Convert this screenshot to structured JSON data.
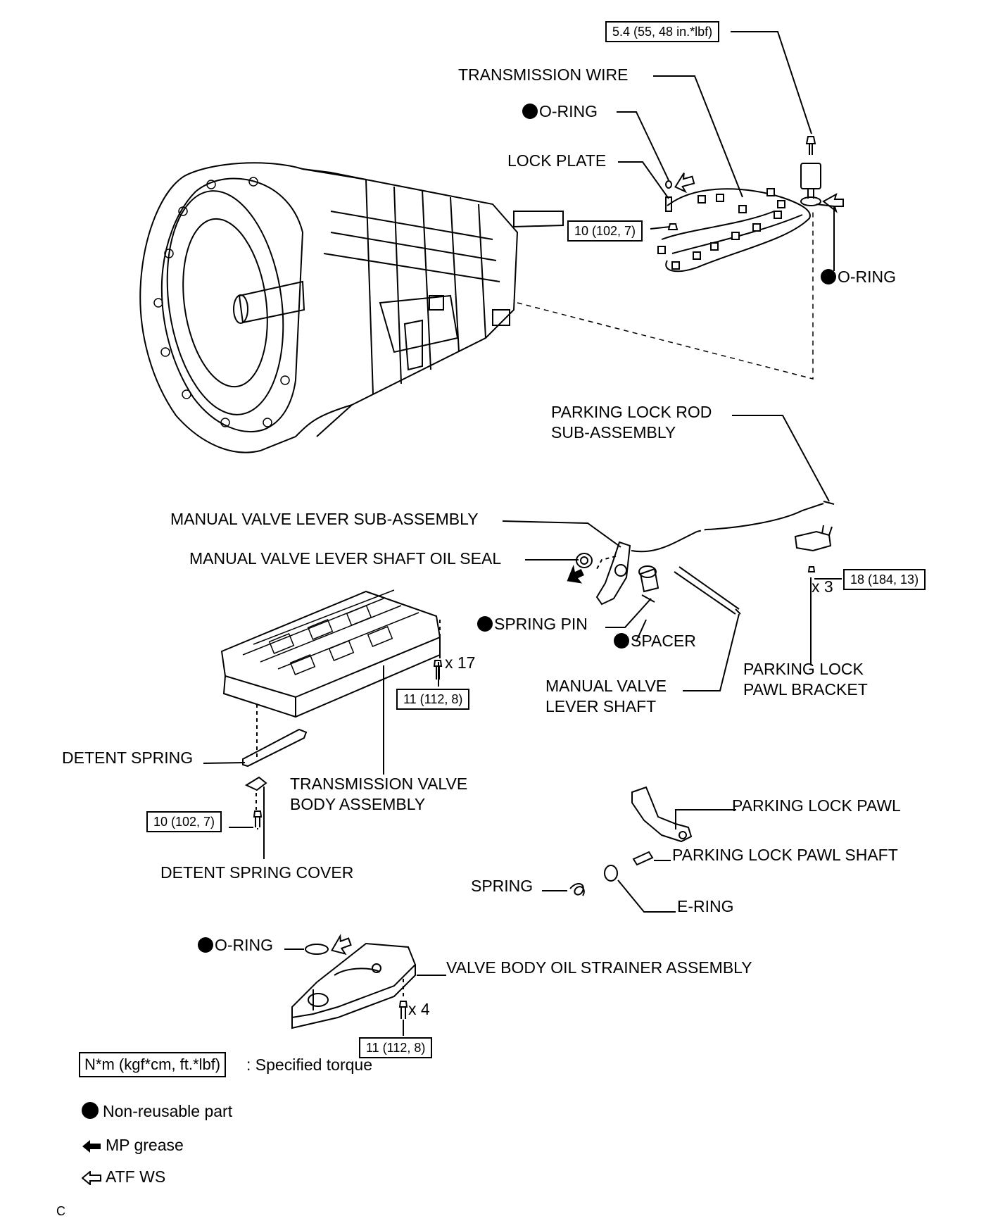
{
  "labels": {
    "transmission_wire": "TRANSMISSION WIRE",
    "o_ring_top": "O-RING",
    "lock_plate": "LOCK PLATE",
    "o_ring_right": "O-RING",
    "parking_lock_rod": "PARKING LOCK ROD\nSUB-ASSEMBLY",
    "manual_valve_lever_sub": "MANUAL VALVE LEVER SUB-ASSEMBLY",
    "manual_valve_lever_shaft_oil_seal": "MANUAL VALVE LEVER SHAFT OIL SEAL",
    "spring_pin": "SPRING PIN",
    "spacer": "SPACER",
    "manual_valve_lever_shaft": "MANUAL VALVE\nLEVER SHAFT",
    "parking_lock_pawl_bracket": "PARKING LOCK\nPAWL BRACKET",
    "detent_spring": "DETENT SPRING",
    "transmission_valve_body": "TRANSMISSION VALVE\nBODY ASSEMBLY",
    "detent_spring_cover": "DETENT SPRING COVER",
    "parking_lock_pawl": "PARKING LOCK PAWL",
    "parking_lock_pawl_shaft": "PARKING LOCK PAWL SHAFT",
    "spring": "SPRING",
    "e_ring": "E-RING",
    "o_ring_bottom": "O-RING",
    "valve_body_oil_strainer": "VALVE BODY OIL STRAINER ASSEMBLY"
  },
  "torques": {
    "wire_bolt": "5.4 (55, 48 in.*lbf)",
    "lock_plate_bolt": "10 (102, 7)",
    "bracket_bolt": "18 (184, 13)",
    "valve_body_bolt": "11 (112, 8)",
    "detent_bolt": "10 (102, 7)",
    "strainer_bolt": "11 (112, 8)"
  },
  "counts": {
    "bracket": "x 3",
    "valve_body": "x 17",
    "strainer": "x 4"
  },
  "legend": {
    "torque_unit": "N*m (kgf*cm, ft.*lbf)",
    "torque_text": ": Specified torque",
    "non_reusable": "Non-reusable part",
    "mp_grease": "MP grease",
    "atf_ws": "ATF WS"
  },
  "footer": "C"
}
